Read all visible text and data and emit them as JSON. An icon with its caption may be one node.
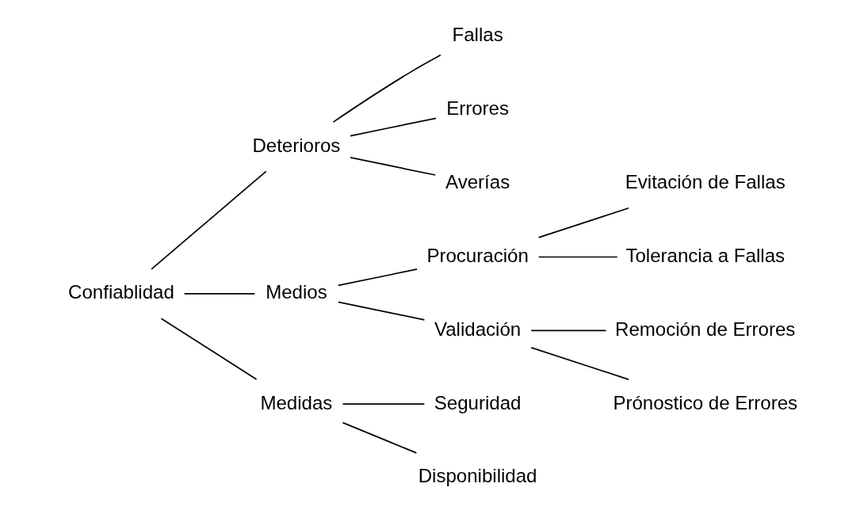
{
  "diagram": {
    "nodes": [
      {
        "text": [
          "Confiablidad"
        ]
      },
      {
        "text": [
          "Deterioros"
        ]
      },
      {
        "text": [
          "Fallas"
        ]
      },
      {
        "text": [
          "Errores"
        ]
      },
      {
        "text": [
          "Averías"
        ]
      },
      {
        "text": [
          "Medios"
        ]
      },
      {
        "text": [
          "Procuración"
        ]
      },
      {
        "text": [
          "Evitación de Fallas"
        ]
      },
      {
        "text": [
          "Tolerancia a Fallas"
        ]
      },
      {
        "text": [
          "Validación"
        ]
      },
      {
        "text": [
          "Remoción de Errores"
        ]
      },
      {
        "text": [
          "Prónostico de Errores"
        ]
      },
      {
        "text": [
          "Medidas"
        ]
      },
      {
        "text": [
          "Seguridad"
        ]
      },
      {
        "text": [
          "Disponibilidad"
        ]
      }
    ],
    "edges": [
      {
        "from": 0,
        "to": 1,
        "arrow": "none"
      },
      {
        "from": 0,
        "to": 5,
        "arrow": "none"
      },
      {
        "from": 0,
        "to": 12,
        "arrow": "none"
      },
      {
        "from": 1,
        "to": 2,
        "arrow": "none"
      },
      {
        "from": 1,
        "to": 3,
        "arrow": "none"
      },
      {
        "from": 1,
        "to": 4,
        "arrow": "none"
      },
      {
        "from": 5,
        "to": 6,
        "arrow": "none"
      },
      {
        "from": 5,
        "to": 9,
        "arrow": "none"
      },
      {
        "from": 6,
        "to": 7,
        "arrow": "none"
      },
      {
        "from": 6,
        "to": 8,
        "arrow": "none"
      },
      {
        "from": 9,
        "to": 10,
        "arrow": "none"
      },
      {
        "from": 9,
        "to": 11,
        "arrow": "none"
      },
      {
        "from": 12,
        "to": 13,
        "arrow": "none"
      },
      {
        "from": 12,
        "to": 14,
        "arrow": "none"
      }
    ]
  }
}
